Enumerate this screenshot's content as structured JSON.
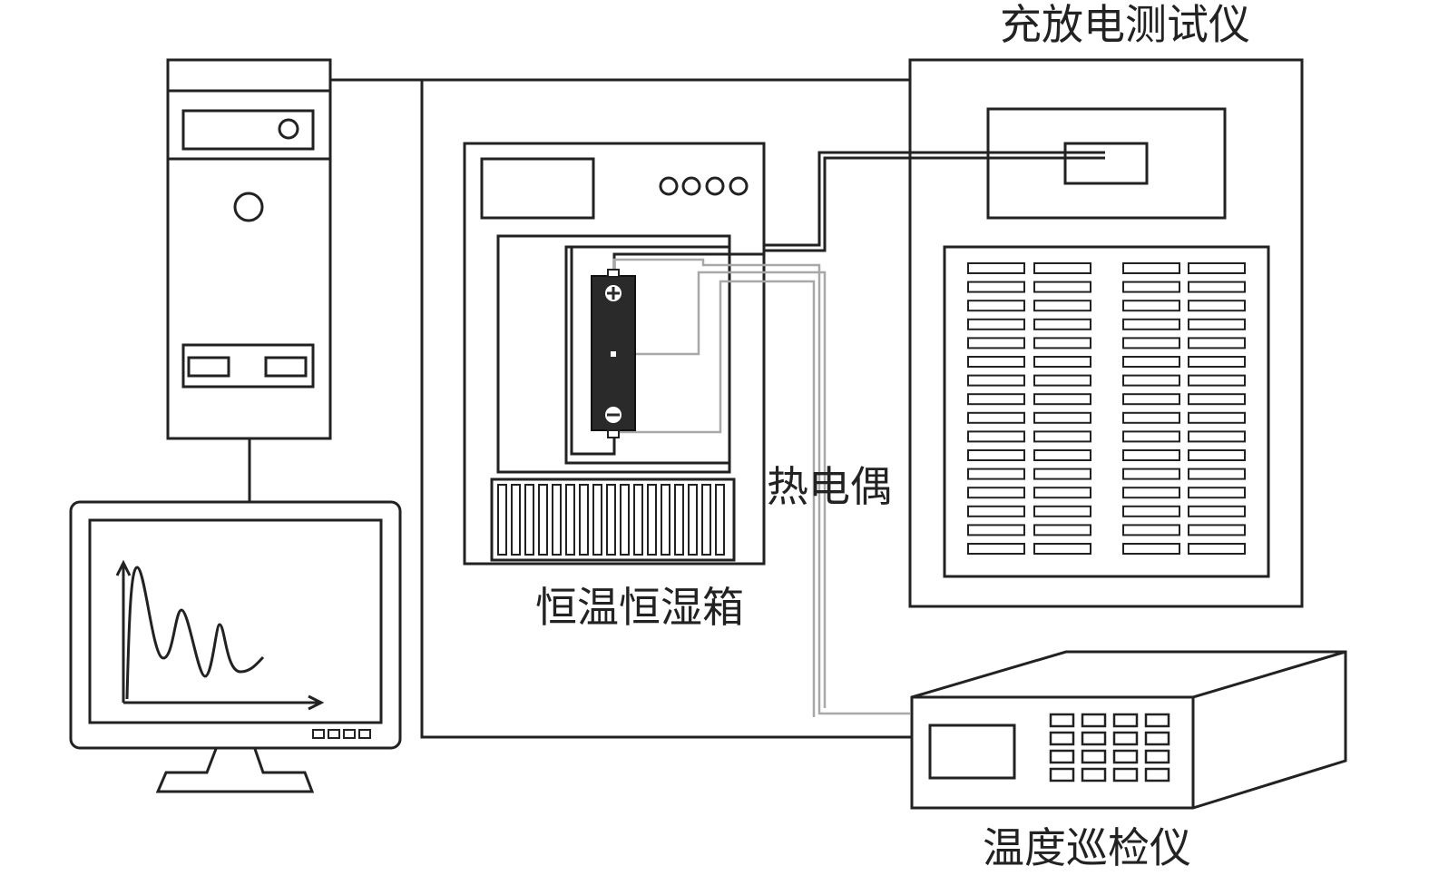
{
  "labels": {
    "charge_tester": "充放电测试仪",
    "thermocouple": "热电偶",
    "climate_chamber": "恒温恒湿箱",
    "temp_logger": "温度巡检仪"
  },
  "colors": {
    "line": "#222222",
    "wire_gray": "#a8a8a8",
    "battery": "#2a2a2a"
  },
  "icons": [
    "computer-tower",
    "monitor",
    "battery-cell",
    "chamber",
    "charge-tester",
    "temperature-logger"
  ]
}
